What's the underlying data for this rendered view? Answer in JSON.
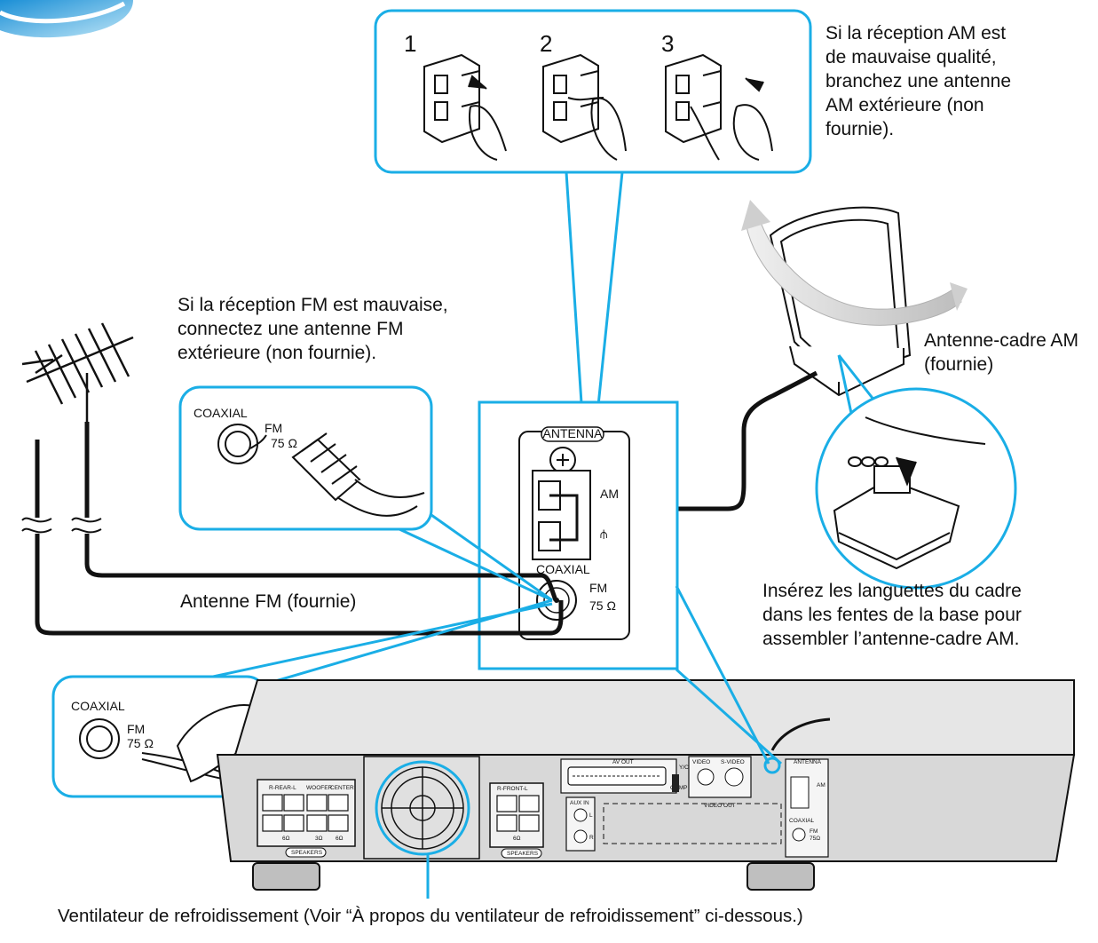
{
  "captions": {
    "am_quality": [
      "Si la réception AM est",
      "de mauvaise qualité,",
      "branchez une antenne",
      "AM extérieure (non",
      "fournie)."
    ],
    "fm_quality": [
      "Si la réception FM est mauvaise,",
      "connectez une antenne FM",
      "extérieure (non fournie)."
    ],
    "am_loop": [
      "Antenne-cadre AM",
      "(fournie)"
    ],
    "fm_antenna": "Antenne FM (fournie)",
    "insert_tabs": [
      "Insérez les languettes du cadre",
      "dans les fentes de la base pour",
      "assembler l’antenne-cadre AM."
    ],
    "fan": "Ventilateur de refroidissement (Voir “À propos du ventilateur de refroidissement” ci-dessous.)"
  },
  "steps": [
    "1",
    "2",
    "3"
  ],
  "panel": {
    "antenna": "ANTENNA",
    "am": "AM",
    "ground": "⫛",
    "coaxial": "COAXIAL",
    "fm": "FM",
    "ohm": "75 Ω"
  },
  "fm_detail_top": {
    "coaxial": "COAXIAL",
    "fm": "FM",
    "ohm": "75 Ω"
  },
  "fm_detail_bottom": {
    "coaxial": "COAXIAL",
    "fm": "FM",
    "ohm": "75 Ω"
  },
  "rear": {
    "rear_l": "R-REAR-L",
    "woofer": "WOOFER",
    "center": "CENTER",
    "front_l": "R-FRONT-L",
    "speakers": "SPEAKERS",
    "av_out": "AV OUT",
    "aux_in": "AUX IN",
    "video": "VIDEO",
    "s_video": "S-VIDEO",
    "video_out": "VIDEO OUT",
    "antenna": "ANTENNA",
    "am": "AM",
    "coaxial": "COAXIAL",
    "fm": "FM",
    "ohm": "75Ω",
    "yc": "Y/C",
    "comp": "COMP",
    "imp6": "6Ω",
    "imp3": "3Ω",
    "l": "L",
    "r": "R"
  },
  "colors": {
    "callout": "#1aaee6",
    "line": "#111111",
    "chassis": "#d8d8d8",
    "panel": "#bdbdbd"
  }
}
